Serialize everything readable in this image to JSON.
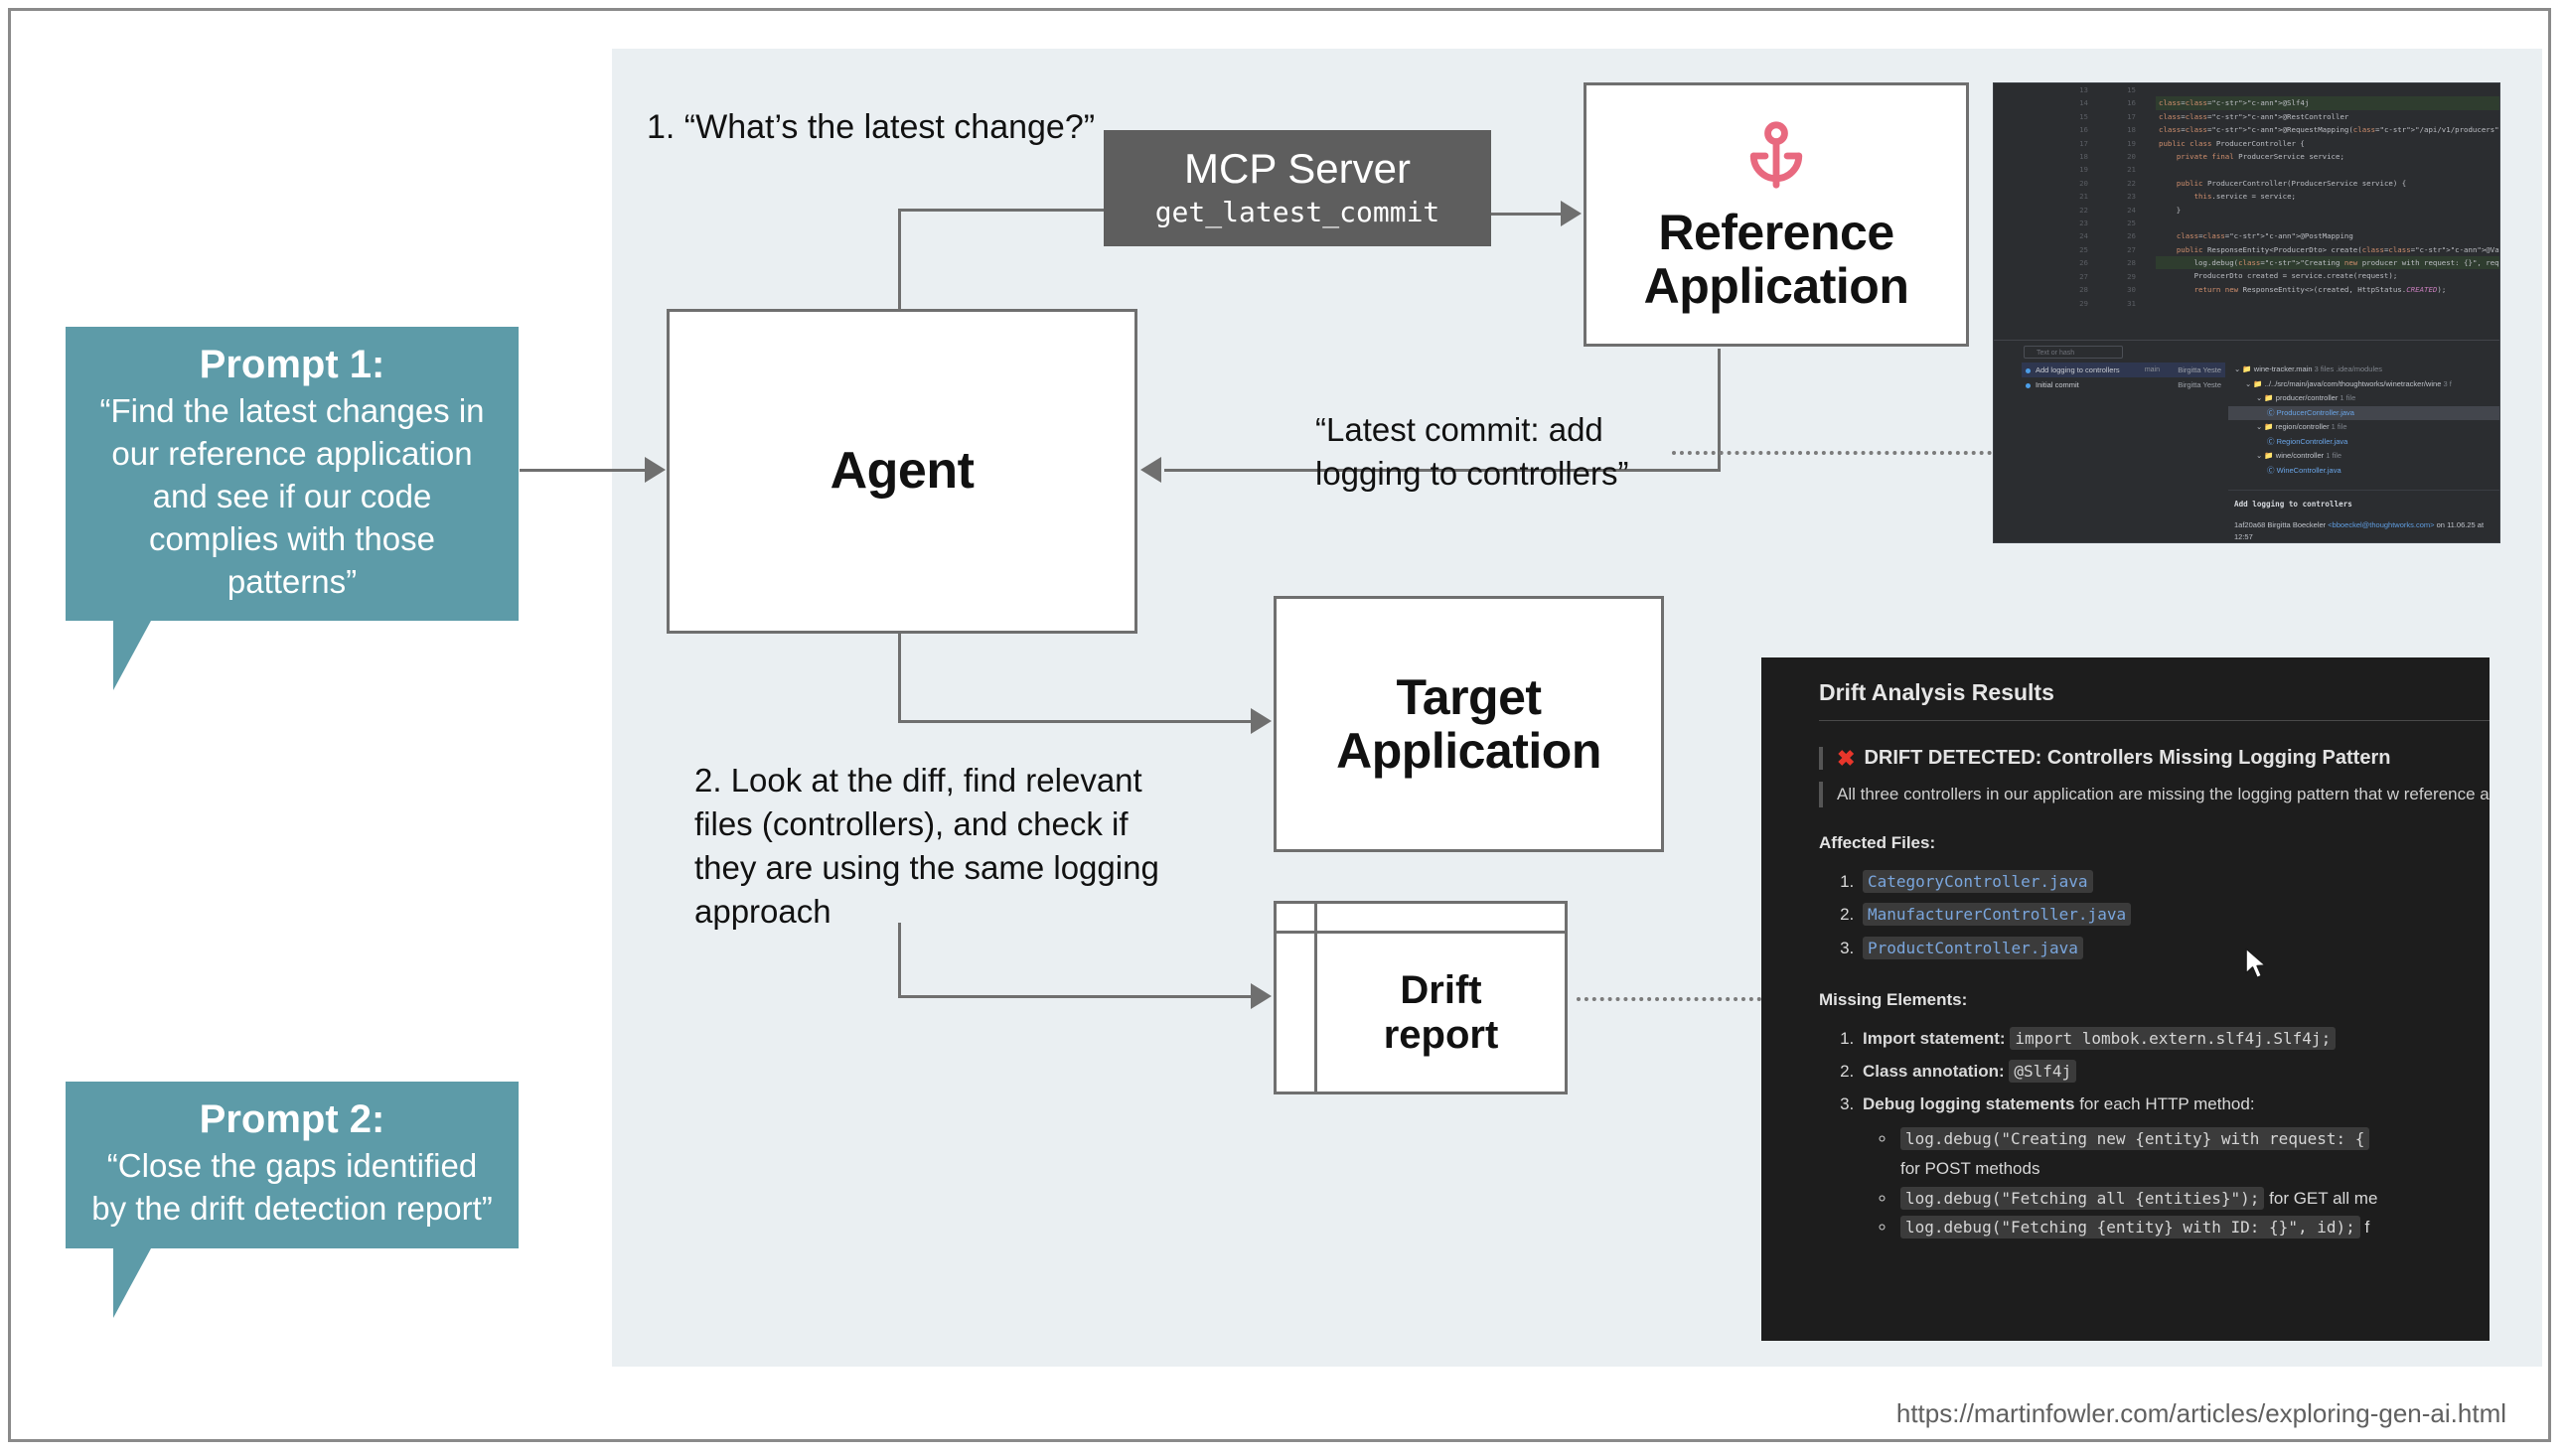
{
  "diagram": {
    "nodes": {
      "agent": {
        "label": "Agent"
      },
      "mcp_server": {
        "title": "MCP Server",
        "tool": "get_latest_commit"
      },
      "reference_application": {
        "label_line1": "Reference",
        "label_line2": "Application",
        "icon": "anchor-icon",
        "icon_color": "#e8697f"
      },
      "target_application": {
        "label_line1": "Target",
        "label_line2": "Application"
      },
      "drift_report": {
        "label_line1": "Drift",
        "label_line2": "report"
      }
    },
    "labels": {
      "step1": "1. “What’s the latest change?”",
      "step2": "2. Look at the diff, find relevant files (controllers), and check if they are using the same logging approach",
      "commit_response": "“Latest commit: add logging to controllers”"
    },
    "prompts": [
      {
        "title": "Prompt 1:",
        "body": "“Find the latest changes in our reference application and see if our code complies with those patterns”"
      },
      {
        "title": "Prompt 2:",
        "body": "“Close the gaps identified by the drift detection report”"
      }
    ],
    "accent_color": "#5d9ba8"
  },
  "ide_screenshot": {
    "editor": {
      "lines": [
        {
          "old": "13",
          "new": "15",
          "text": ""
        },
        {
          "old": "14",
          "new": "16",
          "text": "@Slf4j",
          "highlight": true
        },
        {
          "old": "15",
          "new": "17",
          "text": "@RestController"
        },
        {
          "old": "16",
          "new": "18",
          "text": "@RequestMapping(\"/api/v1/producers\")"
        },
        {
          "old": "17",
          "new": "19",
          "text": "public class ProducerController {"
        },
        {
          "old": "18",
          "new": "20",
          "text": "    private final ProducerService service;"
        },
        {
          "old": "19",
          "new": "21",
          "text": ""
        },
        {
          "old": "20",
          "new": "22",
          "text": "    public ProducerController(ProducerService service) {"
        },
        {
          "old": "21",
          "new": "23",
          "text": "        this.service = service;"
        },
        {
          "old": "22",
          "new": "24",
          "text": "    }"
        },
        {
          "old": "23",
          "new": "25",
          "text": ""
        },
        {
          "old": "24",
          "new": "26",
          "text": "    @PostMapping"
        },
        {
          "old": "25",
          "new": "27",
          "text": "    public ResponseEntity<ProducerDto> create(@Valid @RequestBody CreatePr"
        },
        {
          "old": "26",
          "new": "28",
          "text": "        log.debug(\"Creating new producer with request: {}\", request);",
          "highlight": true
        },
        {
          "old": "27",
          "new": "29",
          "text": "        ProducerDto created = service.create(request);"
        },
        {
          "old": "28",
          "new": "30",
          "text": "        return new ResponseEntity<>(created, HttpStatus.CREATED);"
        },
        {
          "old": "29",
          "new": "31",
          "text": ""
        }
      ]
    },
    "vcs": {
      "search_placeholder": "Text or hash",
      "commits": [
        {
          "subject": "Add logging to controllers",
          "branch": "main",
          "author": "Birgitta Yeste"
        },
        {
          "subject": "Initial commit",
          "branch": "",
          "author": "Birgitta Yeste"
        }
      ],
      "tree": [
        {
          "indent": 0,
          "name": "wine-tracker.main",
          "meta": "3 files  .idea/modules"
        },
        {
          "indent": 1,
          "name": "../../src/main/java/com/thoughtworks/winetracker/wine",
          "meta": "3 f"
        },
        {
          "indent": 2,
          "name": "producer/controller",
          "meta": "1 file"
        },
        {
          "indent": 3,
          "name": "ProducerController.java",
          "meta": "",
          "file": true,
          "selected": true
        },
        {
          "indent": 2,
          "name": "region/controller",
          "meta": "1 file"
        },
        {
          "indent": 3,
          "name": "RegionController.java",
          "meta": "",
          "file": true
        },
        {
          "indent": 2,
          "name": "wine/controller",
          "meta": "1 file"
        },
        {
          "indent": 3,
          "name": "WineController.java",
          "meta": "",
          "file": true
        }
      ],
      "detail": {
        "title": "Add logging to controllers",
        "hash": "1af20a68",
        "author": "Birgitta Boeckeler",
        "email": "<bboeckel@thoughtworks.com>",
        "on": "on",
        "date": "11.06.25 at 12:57"
      }
    }
  },
  "drift_panel": {
    "heading": "Drift Analysis Results",
    "alert_icon": "x-mark-icon",
    "alert": "DRIFT DETECTED: Controllers Missing Logging Pattern",
    "description": "All three controllers in our application are missing the logging pattern that w reference application:",
    "affected_files_heading": "Affected Files:",
    "affected_files": [
      "CategoryController.java",
      "ManufacturerController.java",
      "ProductController.java"
    ],
    "missing_heading": "Missing Elements:",
    "missing_items": [
      {
        "label": "Import statement:",
        "code": "import lombok.extern.slf4j.Slf4j;"
      },
      {
        "label": "Class annotation:",
        "code": "@Slf4j"
      },
      {
        "label": "Debug logging statements",
        "rest": " for each HTTP method:"
      }
    ],
    "logging_examples": [
      {
        "code": "log.debug(\"Creating new {entity} with request: {",
        "rest": "",
        "wrap": "for POST methods"
      },
      {
        "code": "log.debug(\"Fetching all {entities}\");",
        "rest": " for GET all me"
      },
      {
        "code": "log.debug(\"Fetching {entity} with ID: {}\", id);",
        "rest": " f"
      }
    ],
    "error_color": "#e8362b"
  },
  "footer": {
    "source_url": "https://martinfowler.com/articles/exploring-gen-ai.html"
  }
}
